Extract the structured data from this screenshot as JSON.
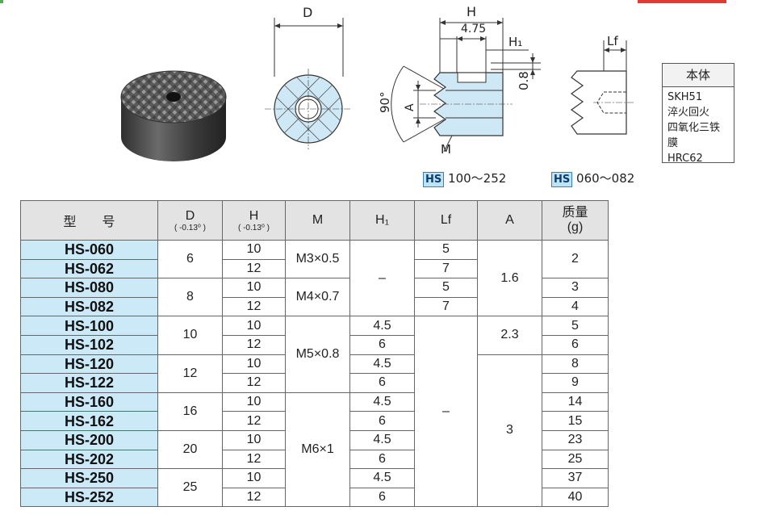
{
  "drawing": {
    "dim_D": "D",
    "dim_H": "H",
    "dim_475": "4.75",
    "dim_H1": "H₁",
    "dim_08": "0.8",
    "angle": "90°",
    "dim_A": "A",
    "dim_M": "M",
    "dim_Lf": "Lf",
    "tag_left": "HS",
    "range_left": "100～252",
    "tag_right": "HS",
    "range_right": "060～082"
  },
  "material": {
    "title": "本体",
    "lines": [
      "SKH51",
      "淬火回火",
      "四氧化三铁膜",
      "HRC62"
    ]
  },
  "table": {
    "headers": {
      "model": "型　　号",
      "D": "D",
      "D_tol": "( -0.13⁰ )",
      "H": "H",
      "H_tol": "( -0.13⁰ )",
      "M": "M",
      "H1": "H₁",
      "Lf": "Lf",
      "A": "A",
      "mass": "质量",
      "mass_unit": "(g)"
    },
    "models": [
      "HS-060",
      "HS-062",
      "HS-080",
      "HS-082",
      "HS-100",
      "HS-102",
      "HS-120",
      "HS-122",
      "HS-160",
      "HS-162",
      "HS-200",
      "HS-202",
      "HS-250",
      "HS-252"
    ],
    "D": [
      "6",
      "8",
      "10",
      "12",
      "16",
      "20",
      "25"
    ],
    "H": [
      "10",
      "12",
      "10",
      "12",
      "10",
      "12",
      "10",
      "12",
      "10",
      "12",
      "10",
      "12",
      "10",
      "12"
    ],
    "M": [
      "M3×0.5",
      "M4×0.7",
      "M5×0.8",
      "M6×1"
    ],
    "H1_dash": "–",
    "H1": [
      "4.5",
      "6",
      "4.5",
      "6",
      "4.5",
      "6",
      "4.5",
      "6",
      "4.5",
      "6"
    ],
    "Lf": [
      "5",
      "7",
      "5",
      "7"
    ],
    "Lf_dash": "–",
    "A": [
      "1.6",
      "2.3",
      "3"
    ],
    "mass": [
      "2",
      "3",
      "4",
      "5",
      "6",
      "8",
      "9",
      "14",
      "15",
      "23",
      "25",
      "37",
      "40"
    ]
  }
}
